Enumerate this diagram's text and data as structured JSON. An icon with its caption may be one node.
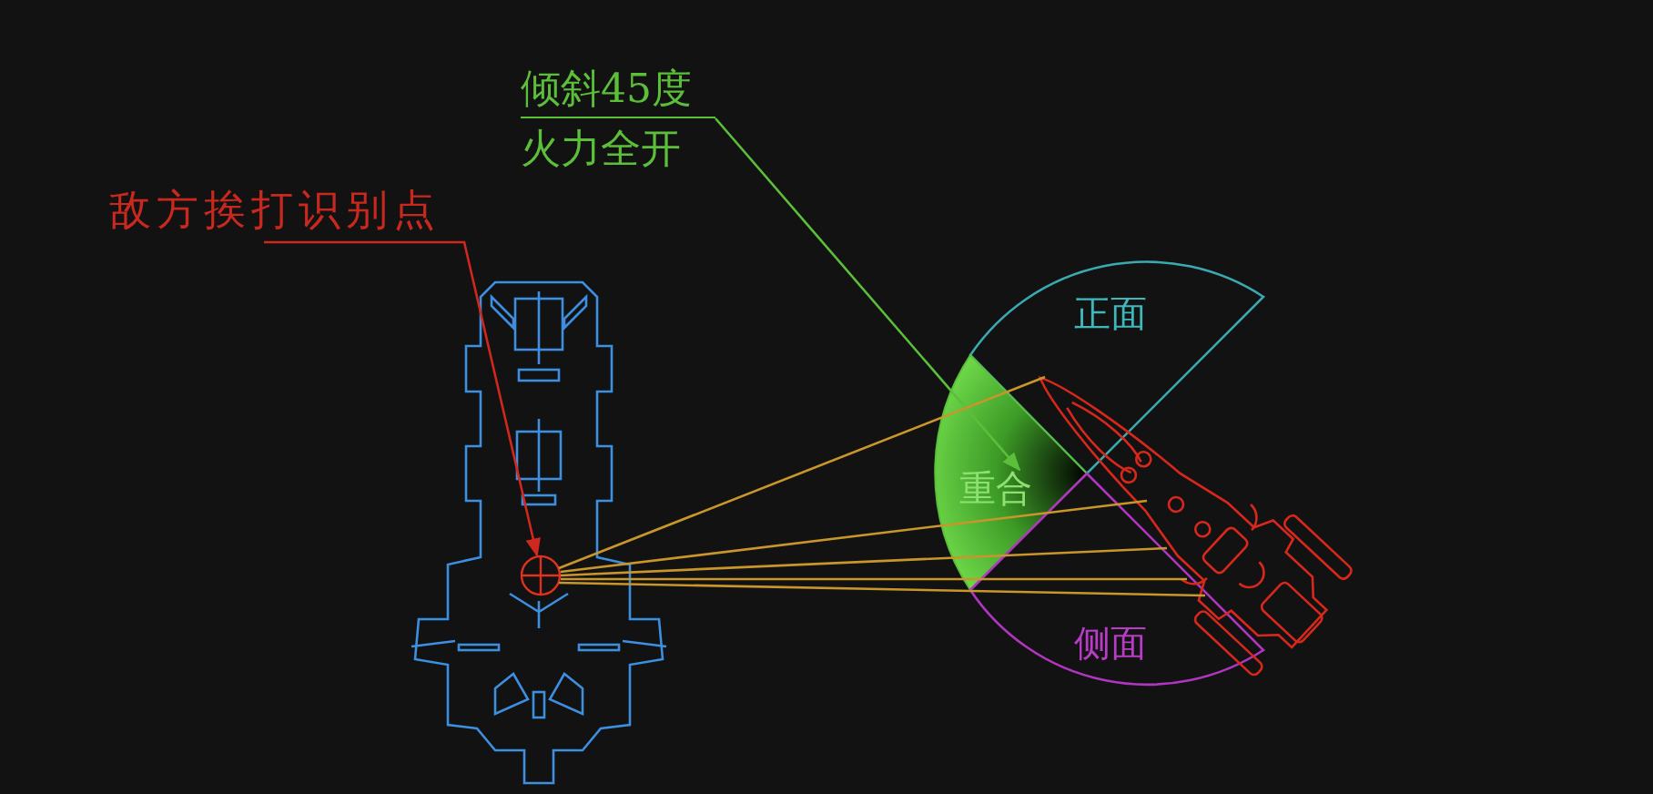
{
  "diagram": {
    "nodes": [
      {
        "text": [
          "倾斜45度",
          "火力全开"
        ]
      },
      {
        "text": [
          "敌方挨打识别点"
        ]
      },
      {
        "text": [],
        "shape": "picture"
      },
      {
        "text": [],
        "shape": "circle",
        "in": 2
      },
      {
        "text": [],
        "shape": "picture"
      }
    ],
    "edges": [
      {
        "from": 0,
        "to": 4,
        "arrow": "to",
        "color": "#5cbf3a"
      },
      {
        "from": 1,
        "to": 3,
        "arrow": "to",
        "color": "#d0281e"
      },
      {
        "from": 3,
        "to": 4,
        "arrow": "none"
      },
      {
        "from": 3,
        "to": 4,
        "arrow": "none"
      },
      {
        "from": 3,
        "to": 4,
        "arrow": "none"
      },
      {
        "from": 3,
        "to": 4,
        "arrow": "none"
      },
      {
        "from": 3,
        "to": 4,
        "arrow": "none"
      }
    ],
    "labels": [
      "正面",
      "重合",
      "侧面"
    ]
  }
}
